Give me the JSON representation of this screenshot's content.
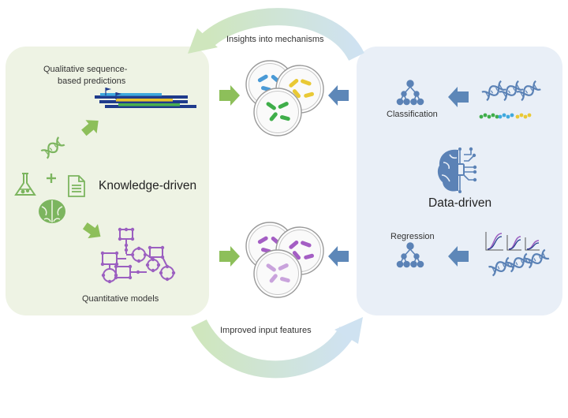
{
  "panels": {
    "knowledge": {
      "title": "Knowledge-driven",
      "fill": "#eef3e4"
    },
    "data": {
      "title": "Data-driven",
      "fill": "#e9eff7"
    }
  },
  "labels": {
    "top_arrow": "Insights into mechanisms",
    "bottom_arrow": "Improved input features",
    "qualitative_line1": "Qualitative sequence-",
    "qualitative_line2": "based predictions",
    "quantitative": "Quantitative models",
    "classification": "Classification",
    "regression": "Regression",
    "plus": "+"
  },
  "colors": {
    "green_arrow": "#8dbf5a",
    "blue_arrow": "#5d87b8",
    "icon_green": "#7cb55f",
    "icon_blue": "#5b82b6",
    "model_purple": "#9b5fc0",
    "cell_blue": "#4a9ad6",
    "cell_yellow": "#e9c935",
    "cell_green": "#3fae4a",
    "cell_purple": "#a45ec4",
    "seq_navy": "#1f3b8c",
    "seq_lightblue": "#3fa9de",
    "seq_yellow": "#e9c42c",
    "seq_green": "#4bae4f"
  },
  "icons": [
    "flask-icon",
    "dna-icon",
    "document-icon",
    "brain-icon",
    "ai-brain-icon",
    "tree-icon",
    "petri-dish-icon",
    "sequence-alignment-icon",
    "network-model-icon",
    "growth-curve-icon",
    "arrow-icon"
  ]
}
